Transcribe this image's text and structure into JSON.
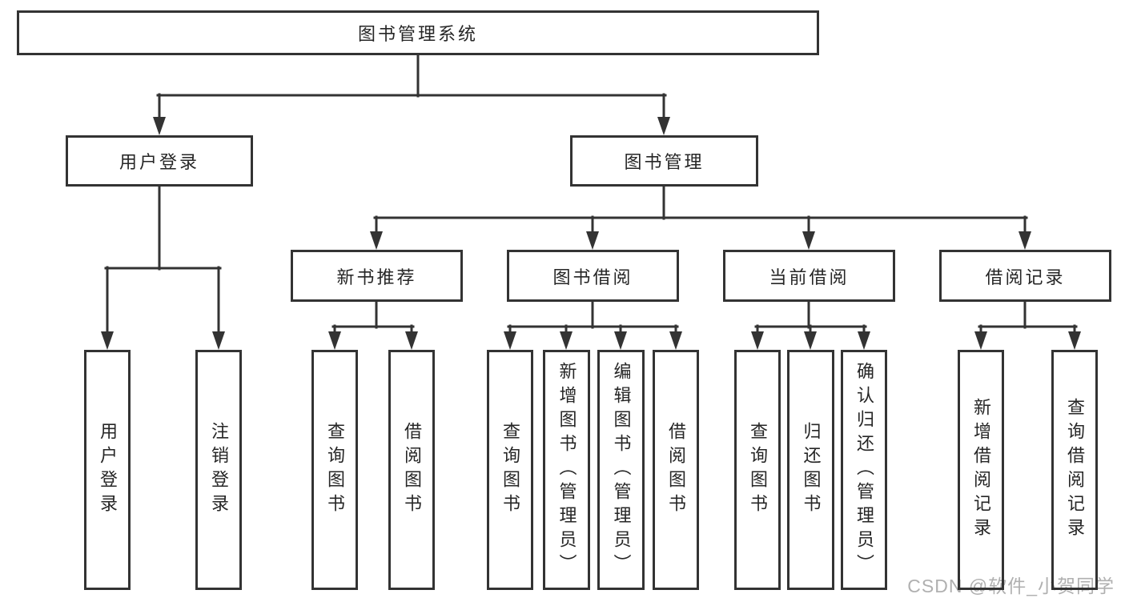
{
  "tree": {
    "root": {
      "label": "图书管理系统"
    },
    "branches": [
      {
        "label": "用户登录",
        "children": [
          {
            "label": "用户登录"
          },
          {
            "label": "注销登录"
          }
        ]
      },
      {
        "label": "图书管理",
        "children": [
          {
            "label": "新书推荐",
            "children": [
              {
                "label": "查询图书"
              },
              {
                "label": "借阅图书"
              }
            ]
          },
          {
            "label": "图书借阅",
            "children": [
              {
                "label": "查询图书"
              },
              {
                "label": "新增图书（管理员）"
              },
              {
                "label": "编辑图书（管理员）"
              },
              {
                "label": "借阅图书"
              }
            ]
          },
          {
            "label": "当前借阅",
            "children": [
              {
                "label": "查询图书"
              },
              {
                "label": "归还图书"
              },
              {
                "label": "确认归还（管理员）"
              }
            ]
          },
          {
            "label": "借阅记录",
            "children": [
              {
                "label": "新增借阅记录"
              },
              {
                "label": "查询借阅记录"
              }
            ]
          }
        ]
      }
    ]
  },
  "watermark": "CSDN @软件_小贺同学",
  "colors": {
    "line": "#333333",
    "text": "#262626",
    "background": "#ffffff",
    "watermark": "#b0b0b0"
  }
}
